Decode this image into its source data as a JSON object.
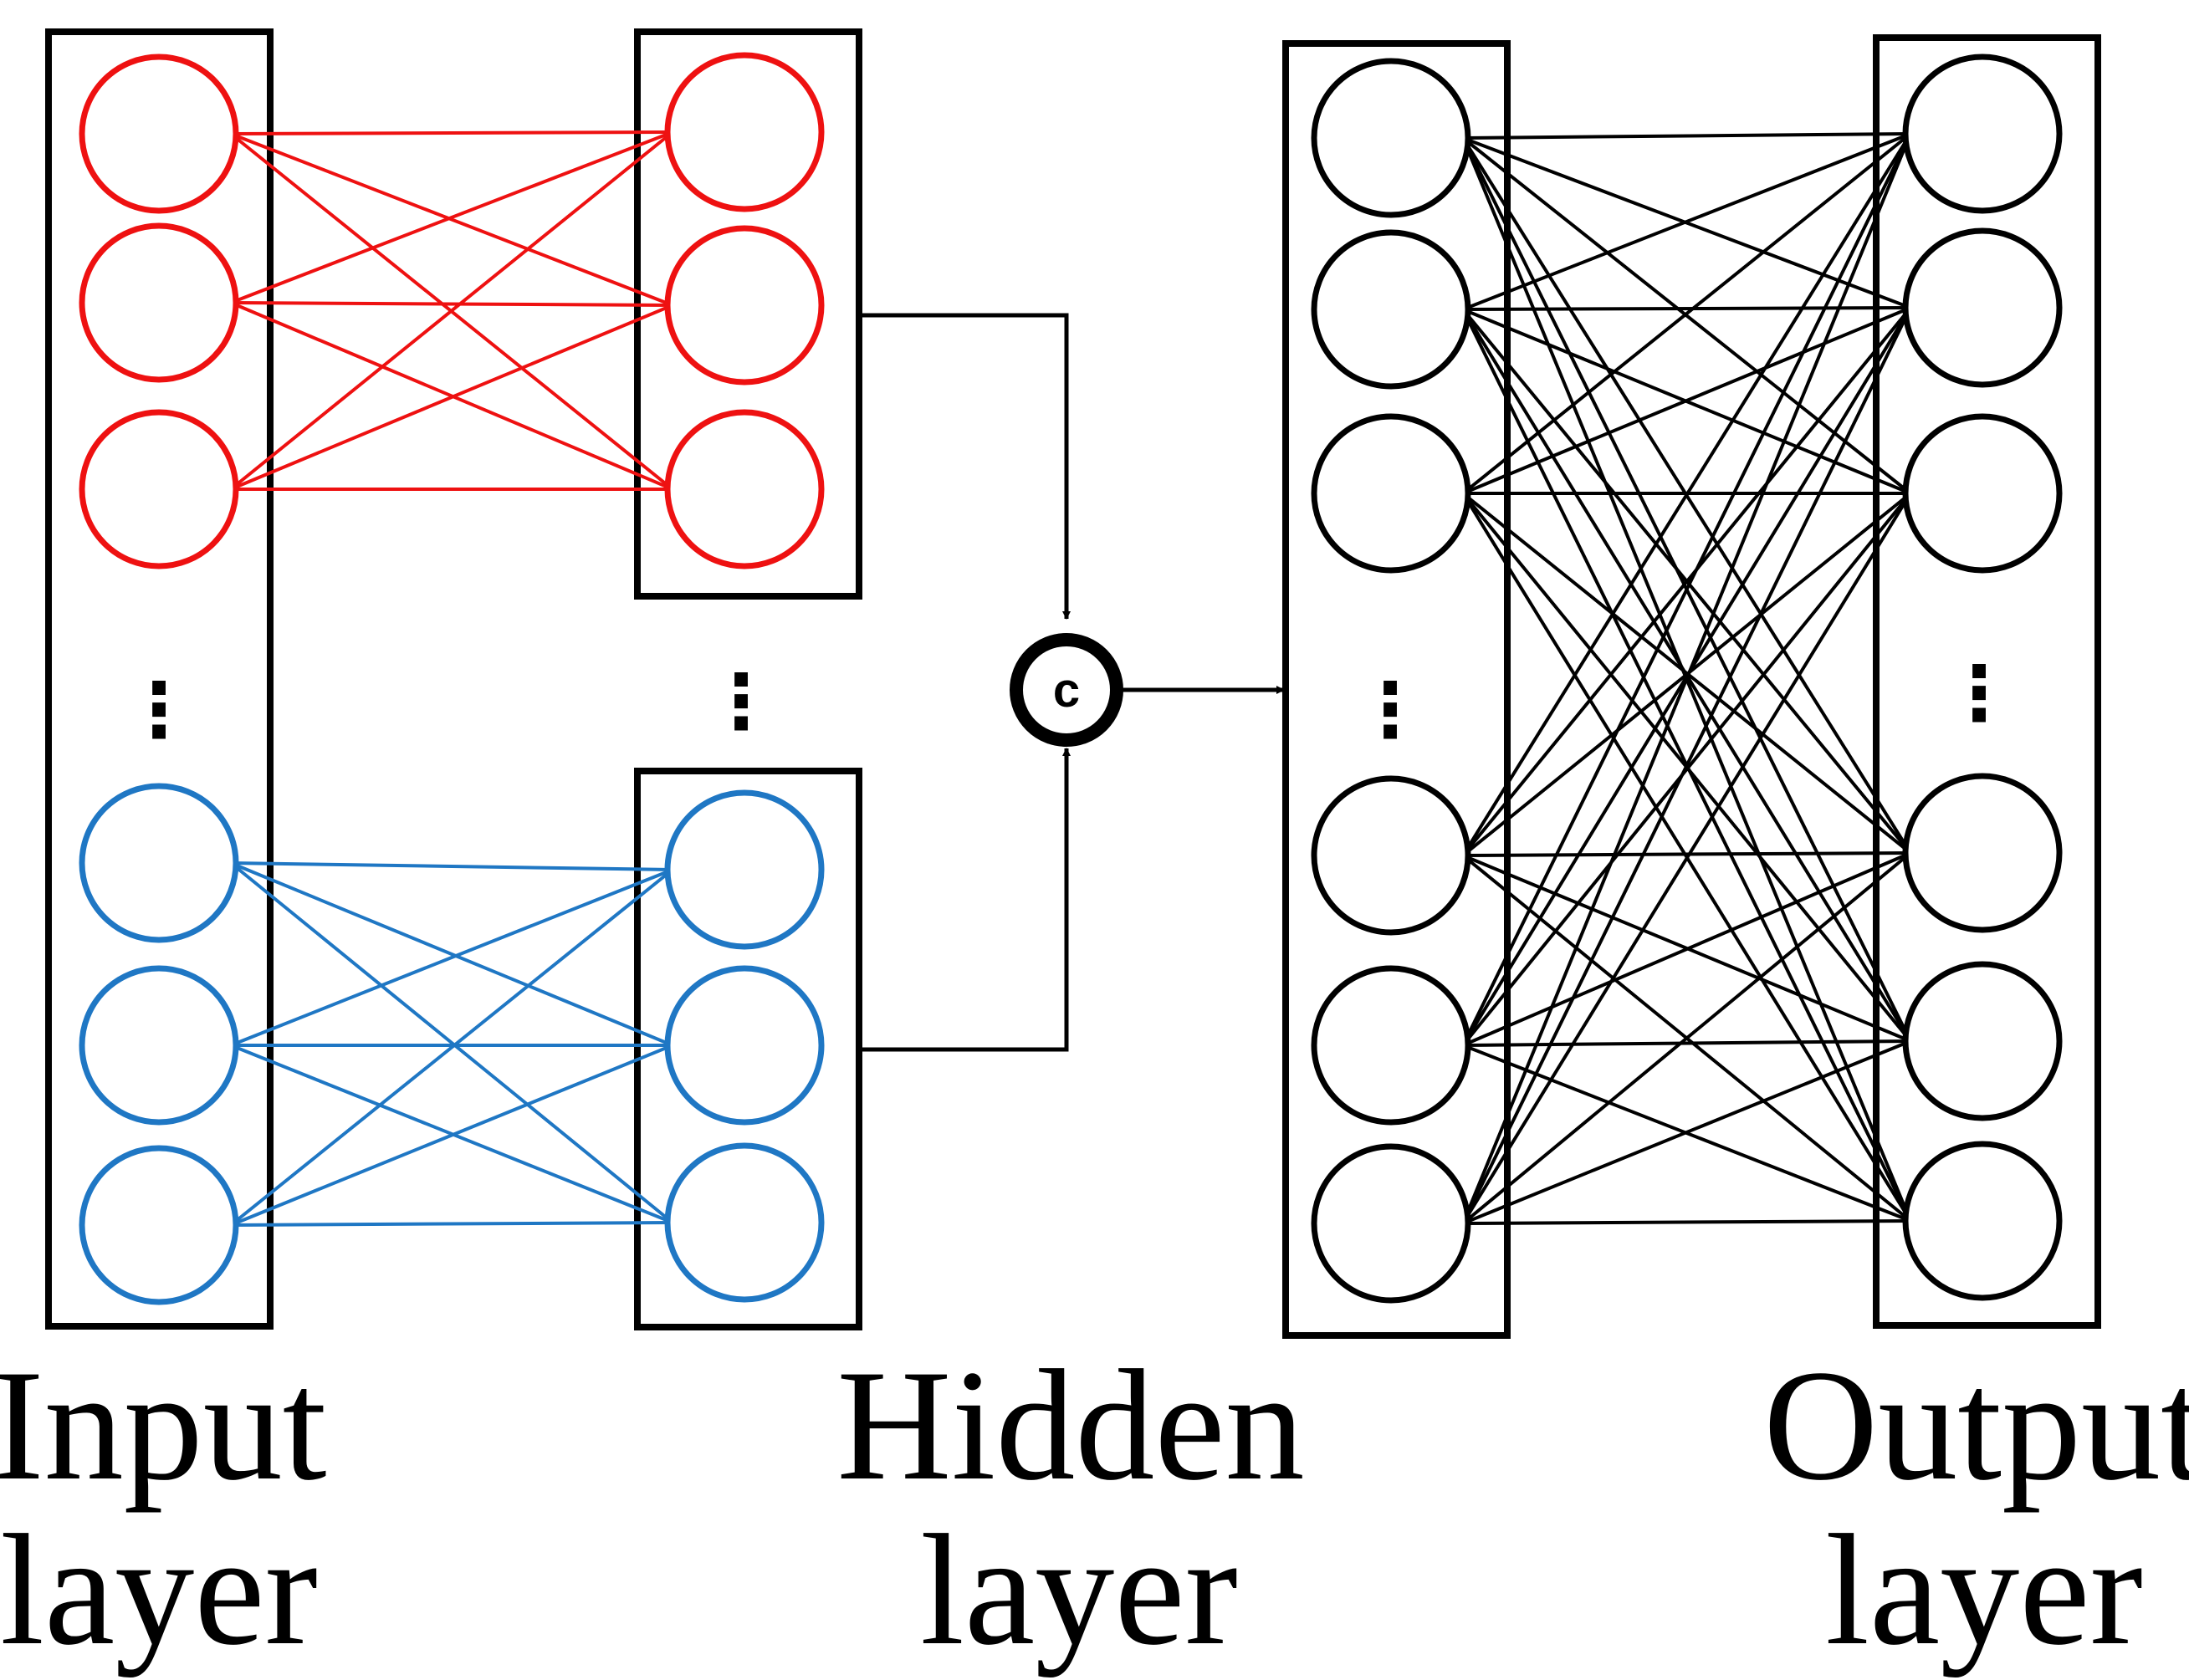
{
  "labels": {
    "input_line1": "Input",
    "input_line2": "layer",
    "hidden_line1": "Hidden",
    "hidden_line2": "layer",
    "output_line1": "Output",
    "output_line2": "layer"
  },
  "concat_symbol": "c",
  "ellipsis": "⋮",
  "colors": {
    "branch_a": "#ee1111",
    "branch_b": "#1f77c4",
    "main": "#000000"
  },
  "network": {
    "branch_a": {
      "inputs": 3,
      "hidden": 3,
      "fully_connected": true
    },
    "branch_b": {
      "inputs": 3,
      "hidden": 3,
      "fully_connected": true
    },
    "merge": "concatenate",
    "hidden2": {
      "visible_nodes": 6,
      "has_ellipsis": true
    },
    "output": {
      "visible_nodes": 6,
      "has_ellipsis": true,
      "fully_connected": true
    }
  }
}
